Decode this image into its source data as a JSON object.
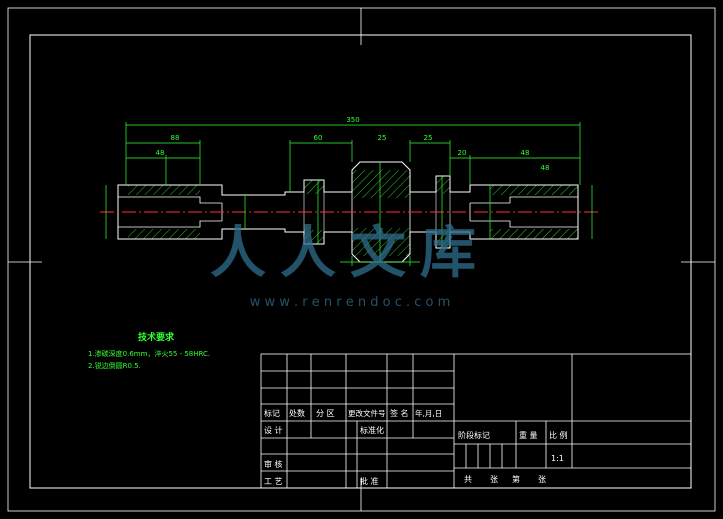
{
  "tech": {
    "title": "技术要求",
    "line1": "1.渗碳深度0.6mm，淬火55 - 58HRC.",
    "line2": "2.锐边倒圆R0.5."
  },
  "dims": {
    "overall": "350",
    "left_outer": "88",
    "left_inner": "48",
    "mid_a": "60",
    "mid_b": "25",
    "mid_c": "25",
    "right_a": "48",
    "right_b": "20",
    "right_c": "48"
  },
  "title_block": {
    "h_mark": "标记",
    "h_count": "处数",
    "h_zone": "分 区",
    "h_docno": "更改文件号",
    "h_sign": "签 名",
    "h_date": "年,月,日",
    "design": "设 计",
    "standard": "标准化",
    "stage_mark": "阶段标记",
    "weight": "重 量",
    "scale_label": "比 例",
    "scale_value": "1:1",
    "review": "审 核",
    "process": "工 艺",
    "approve": "批 准",
    "sheets_total": "共",
    "sheet_unit1": "张",
    "sheet_no": "第",
    "sheet_unit2": "张"
  },
  "watermark": {
    "logo_text": "人人文库",
    "url": "w w w . r e n r e n d o c . c o m"
  },
  "colors": {
    "background": "#000000",
    "lines": "#ffffff",
    "dimensions": "#33ff33",
    "centerline": "#ff3333",
    "hatch": "#33ff33",
    "watermark": "#2e6f8e"
  }
}
